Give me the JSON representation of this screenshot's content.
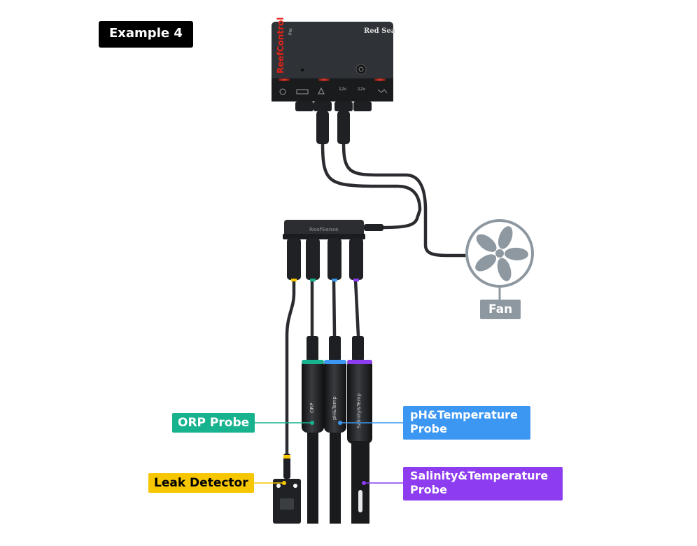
{
  "title": "Example 4",
  "controller": {
    "brand": "Red Sea",
    "model": "ReefControl",
    "model_suffix": "Pro",
    "port_labels": [
      "12v",
      "12v"
    ]
  },
  "hub": {
    "name": "ReefSense"
  },
  "devices": {
    "fan": "Fan",
    "orp": "ORP Probe",
    "ph": "pH&Temperature Probe",
    "salinity": "Salinity&Temperature Probe",
    "leak": "Leak Detector"
  },
  "probe_markings": {
    "orp": "ORP",
    "ph": "pH&Temp",
    "salinity": "Salinity&Temp"
  },
  "colors": {
    "orp": "#17b28e",
    "ph": "#3b97f2",
    "salinity": "#8d3cf0",
    "leak": "#f6c600",
    "fan": "#8e98a1",
    "led": "#e2231a"
  }
}
